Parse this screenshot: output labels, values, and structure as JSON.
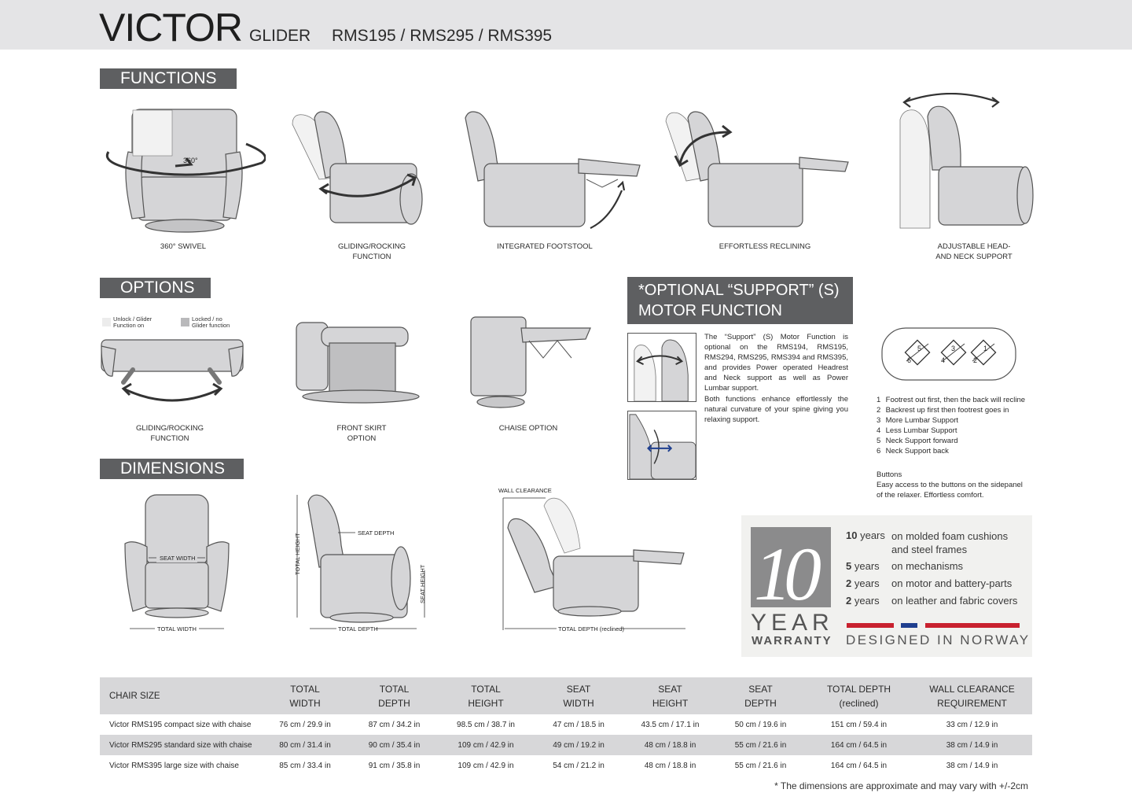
{
  "header": {
    "brand": "VICTOR",
    "subtype": "GLIDER",
    "models": "RMS195 / RMS295 / RMS395"
  },
  "sections": {
    "functions": "FUNCTIONS",
    "options": "OPTIONS",
    "dimensions": "DIMENSIONS"
  },
  "functions": [
    {
      "caption": "360° SWIVEL",
      "icon": "swivel-chair-icon"
    },
    {
      "caption": "GLIDING/ROCKING\nFUNCTION",
      "icon": "rocking-chair-icon"
    },
    {
      "caption": "INTEGRATED FOOTSTOOL",
      "icon": "footstool-chair-icon"
    },
    {
      "caption": "EFFORTLESS RECLINING",
      "icon": "reclining-chair-icon"
    },
    {
      "caption": "ADJUSTABLE HEAD-\nAND NECK SUPPORT",
      "icon": "headrest-chair-icon"
    }
  ],
  "swivel_label": "360°",
  "options": {
    "legend_unlock": "Unlock / Glider\nFunction on",
    "legend_locked": "Locked / no\nGlider function",
    "items": [
      {
        "caption": "GLIDING/ROCKING\nFUNCTION"
      },
      {
        "caption": "FRONT SKIRT\nOPTION"
      },
      {
        "caption": "CHAISE OPTION"
      }
    ]
  },
  "support": {
    "title": "*OPTIONAL “SUPPORT” (S)\nMOTOR FUNCTION",
    "paragraph1": "The “Support” (S) Motor Function is optional on the RMS194, RMS195, RMS294, RMS295, RMS394 and RMS395, and provides Power operated Headrest and Neck support as well as Power Lumbar support.",
    "paragraph2": "Both functions enhance effortlessly the natural curvature of your spine giving you relaxing support.",
    "buttons": [
      {
        "n": "1",
        "text": "Footrest out first, then the back will recline"
      },
      {
        "n": "2",
        "text": "Backrest up first then footrest goes in"
      },
      {
        "n": "3",
        "text": "More Lumbar Support"
      },
      {
        "n": "4",
        "text": "Less Lumbar Support"
      },
      {
        "n": "5",
        "text": "Neck Support forward"
      },
      {
        "n": "6",
        "text": "Neck Support back"
      }
    ],
    "panel_numbers": [
      "5",
      "6",
      "3",
      "4",
      "1",
      "2"
    ],
    "buttons_title": "Buttons",
    "buttons_note": "Easy access to the buttons on the sidepanel of the relaxer. Effortless comfort."
  },
  "dimension_labels": {
    "seat_width": "SEAT WIDTH",
    "total_width": "TOTAL WIDTH",
    "total_height": "TOTAL HEIGHT",
    "seat_depth": "SEAT DEPTH",
    "seat_height": "SEAT HEIGHT",
    "total_depth": "TOTAL DEPTH",
    "wall_clearance": "WALL CLEARANCE",
    "total_depth_reclined": "TOTAL DEPTH (reclined)"
  },
  "warranty": {
    "big_number": "10",
    "year_word": "YEAR",
    "warranty_word": "WARRANTY",
    "rows": [
      {
        "years": "10",
        "unit": "years",
        "text": "on molded foam cushions\nand steel frames"
      },
      {
        "years": "5",
        "unit": "years",
        "text": "on mechanisms"
      },
      {
        "years": "2",
        "unit": "years",
        "text": "on motor and battery-parts"
      },
      {
        "years": "2",
        "unit": "years",
        "text": "on leather and fabric covers"
      }
    ],
    "designed": "DESIGNED IN NORWAY",
    "flag_colors": {
      "red": "#c8212e",
      "blue": "#1f3f8f"
    }
  },
  "table": {
    "headers": [
      "CHAIR SIZE",
      "TOTAL\nWIDTH",
      "TOTAL\nDEPTH",
      "TOTAL\nHEIGHT",
      "SEAT\nWIDTH",
      "SEAT\nHEIGHT",
      "SEAT\nDEPTH",
      "TOTAL DEPTH\n(reclined)",
      "WALL CLEARANCE\nREQUIREMENT"
    ],
    "rows": [
      [
        "Victor RMS195 compact size with chaise",
        "76 cm / 29.9 in",
        "87 cm / 34.2 in",
        "98.5 cm / 38.7 in",
        "47 cm / 18.5 in",
        "43.5 cm / 17.1 in",
        "50 cm / 19.6 in",
        "151 cm / 59.4 in",
        "33 cm / 12.9 in"
      ],
      [
        "Victor RMS295 standard size with chaise",
        "80 cm / 31.4 in",
        "90 cm / 35.4 in",
        "109 cm / 42.9 in",
        "49 cm / 19.2 in",
        "48 cm / 18.8 in",
        "55 cm / 21.6 in",
        "164 cm / 64.5 in",
        "38 cm / 14.9 in"
      ],
      [
        "Victor RMS395 large size with chaise",
        "85 cm / 33.4 in",
        "91 cm / 35.8 in",
        "109 cm / 42.9 in",
        "54 cm / 21.2 in",
        "48 cm / 18.8 in",
        "55 cm / 21.6 in",
        "164 cm / 64.5 in",
        "38 cm / 14.9 in"
      ]
    ]
  },
  "footnote": "* The dimensions are approximate and may vary with +/-2cm",
  "colors": {
    "header_band": "#e4e4e6",
    "section_tab": "#5e5f61",
    "table_header": "#d7d7d9",
    "chair_fill": "#d5d5d7",
    "chair_stroke": "#555555"
  }
}
